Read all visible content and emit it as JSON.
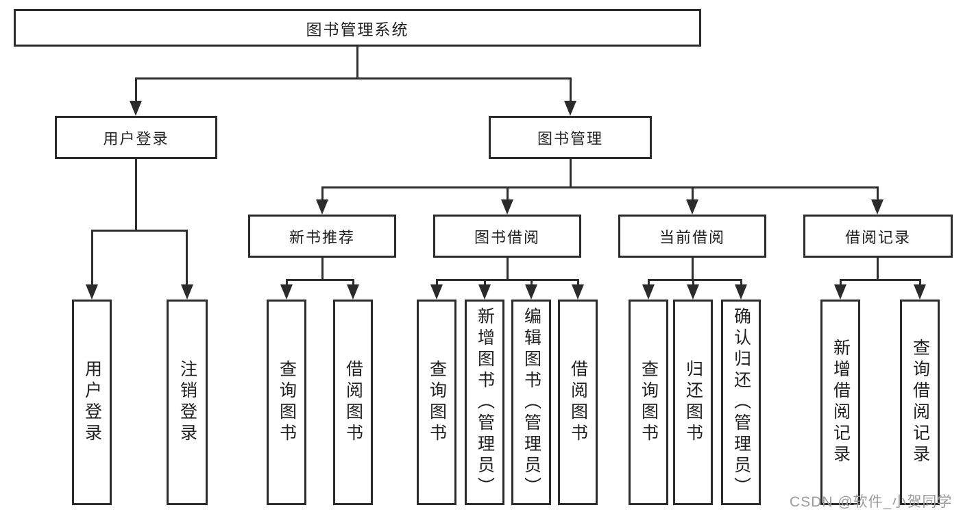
{
  "chart": {
    "type": "hierarchy-diagram",
    "root": {
      "label": "图书管理系统"
    },
    "level2": [
      {
        "label": "用户登录",
        "children": [
          {
            "label": "用户登录"
          },
          {
            "label": "注销登录"
          }
        ]
      },
      {
        "label": "图书管理",
        "sections": [
          {
            "label": "新书推荐",
            "children": [
              {
                "label": "查询图书"
              },
              {
                "label": "借阅图书"
              }
            ]
          },
          {
            "label": "图书借阅",
            "children": [
              {
                "label": "查询图书"
              },
              {
                "label": "新增图书（管理员）"
              },
              {
                "label": "编辑图书（管理员）"
              },
              {
                "label": "借阅图书"
              }
            ]
          },
          {
            "label": "当前借阅",
            "children": [
              {
                "label": "查询图书"
              },
              {
                "label": "归还图书"
              },
              {
                "label": "确认归还（管理员）"
              }
            ]
          },
          {
            "label": "借阅记录",
            "children": [
              {
                "label": "新增借阅记录"
              },
              {
                "label": "查询借阅记录"
              }
            ]
          }
        ]
      }
    ],
    "colors": {
      "line": "#2e2e2e",
      "box_border": "#2b2b2b",
      "text": "#1f1f1f",
      "watermark": "#9c9c9c",
      "background": "#ffffff"
    },
    "watermark": "CSDN @软件_小贺同学"
  }
}
